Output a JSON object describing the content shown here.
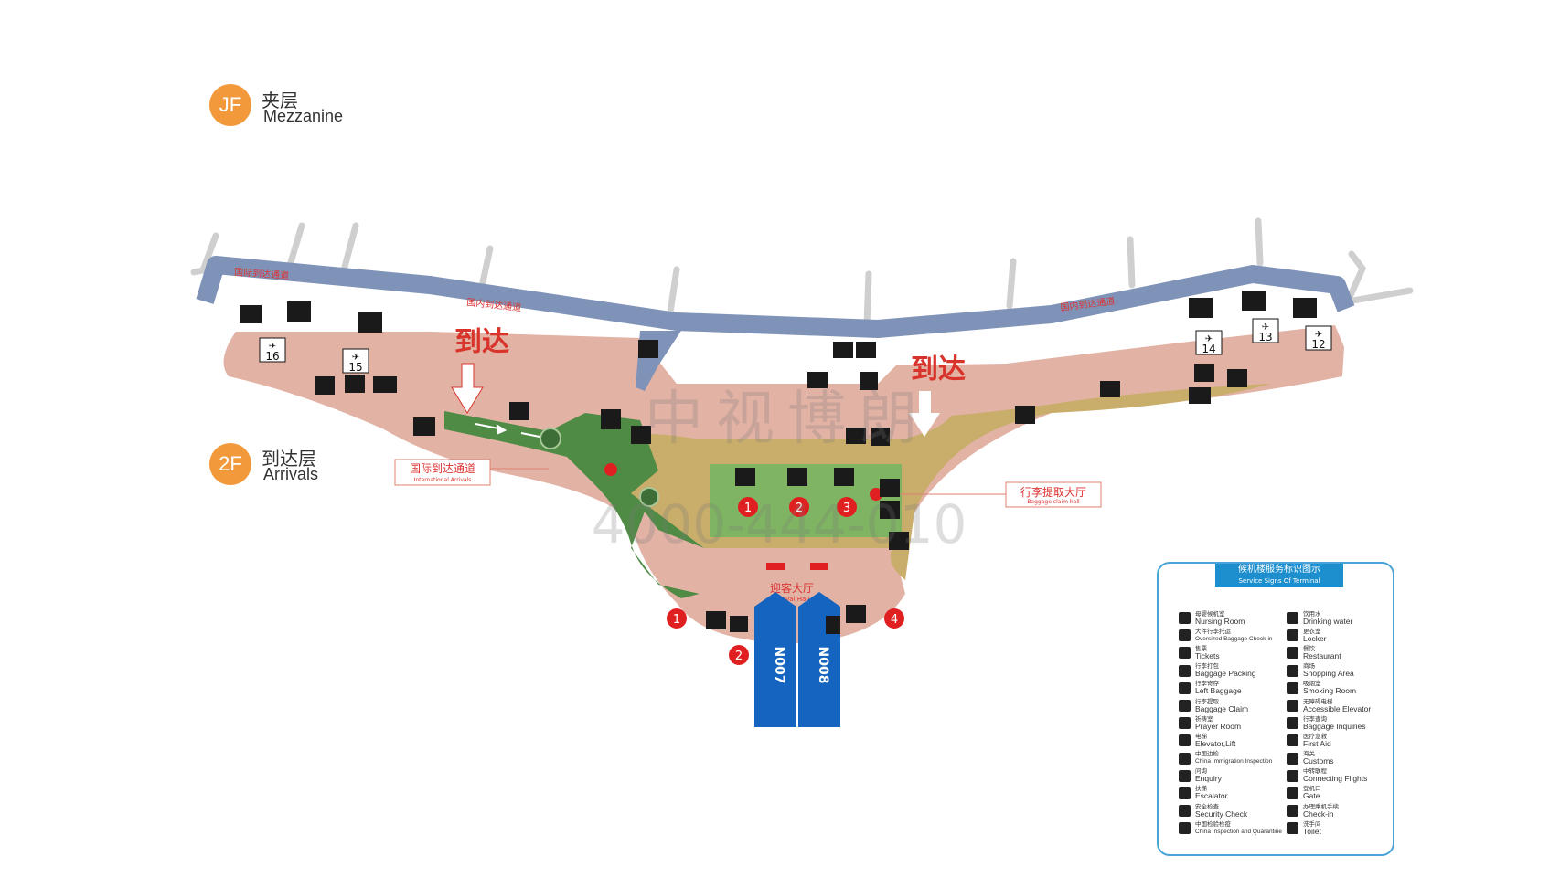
{
  "floors": {
    "mezzanine": {
      "badge": "JF",
      "cn": "夹层",
      "en": "Mezzanine"
    },
    "arrivals": {
      "badge": "2F",
      "cn": "到达层",
      "en": "Arrivals"
    }
  },
  "corridor_labels": {
    "intl_arrival_corridor": "国际到达通道",
    "domestic_left": "国内到达通道",
    "domestic_right": "国内到达通道"
  },
  "arrival_markers": {
    "left": "到达",
    "right": "到达"
  },
  "callouts": {
    "intl_arrivals": {
      "cn": "国际到达通道",
      "en": "International Arrivals"
    },
    "baggage_hall": {
      "cn": "行李提取大厅",
      "en": "Baggage claim hall"
    }
  },
  "greeting_hall": {
    "cn": "迎客大厅",
    "en": "Arrival Hall"
  },
  "gates": [
    "16",
    "15",
    "14",
    "13",
    "12"
  ],
  "carousels": [
    "1",
    "2",
    "3"
  ],
  "exits": [
    "1",
    "2",
    "4"
  ],
  "doors": [
    "N007",
    "N008"
  ],
  "watermark": {
    "cn": "中视博朗",
    "phone": "4000-444-010"
  },
  "legend": {
    "title_cn": "候机楼服务标识图示",
    "title_en": "Service Signs Of Terminal",
    "left": [
      {
        "icon": "nursing-room-icon",
        "cn": "母婴候机室",
        "en": "Nursing Room"
      },
      {
        "icon": "oversized-baggage-icon",
        "cn": "大件行李托运",
        "en": "Oversized Baggage Check-in",
        "small": true
      },
      {
        "icon": "tickets-icon",
        "cn": "售票",
        "en": "Tickets"
      },
      {
        "icon": "baggage-packing-icon",
        "cn": "行李打包",
        "en": "Baggage Packing"
      },
      {
        "icon": "left-baggage-icon",
        "cn": "行李寄存",
        "en": "Left Baggage"
      },
      {
        "icon": "baggage-claim-icon",
        "cn": "行李提取",
        "en": "Baggage Claim"
      },
      {
        "icon": "prayer-room-icon",
        "cn": "祈祷室",
        "en": "Prayer Room"
      },
      {
        "icon": "elevator-icon",
        "cn": "电梯",
        "en": "Elevator,Lift"
      },
      {
        "icon": "immigration-icon",
        "cn": "中国边检",
        "en": "China Immigration Inspection",
        "small": true
      },
      {
        "icon": "enquiry-icon",
        "cn": "问询",
        "en": "Enquiry"
      },
      {
        "icon": "escalator-icon",
        "cn": "扶梯",
        "en": "Escalator"
      },
      {
        "icon": "security-check-icon",
        "cn": "安全检查",
        "en": "Security Check"
      },
      {
        "icon": "quarantine-icon",
        "cn": "中国检验检疫",
        "en": "China Inspection and Quarantine",
        "small": true
      }
    ],
    "right": [
      {
        "icon": "drinking-water-icon",
        "cn": "饮用水",
        "en": "Drinking water"
      },
      {
        "icon": "locker-icon",
        "cn": "更衣室",
        "en": "Locker"
      },
      {
        "icon": "restaurant-icon",
        "cn": "餐饮",
        "en": "Restaurant"
      },
      {
        "icon": "shopping-icon",
        "cn": "商场",
        "en": "Shopping Area"
      },
      {
        "icon": "smoking-icon",
        "cn": "吸烟室",
        "en": "Smoking Room"
      },
      {
        "icon": "accessible-elevator-icon",
        "cn": "无障碍电梯",
        "en": "Accessible Elevator"
      },
      {
        "icon": "baggage-inquiries-icon",
        "cn": "行李查询",
        "en": "Baggage Inquiries"
      },
      {
        "icon": "first-aid-icon",
        "cn": "医疗急救",
        "en": "First Aid"
      },
      {
        "icon": "customs-icon",
        "cn": "海关",
        "en": "Customs"
      },
      {
        "icon": "connecting-flights-icon",
        "cn": "中转联程",
        "en": "Connecting Flights"
      },
      {
        "icon": "gate-icon",
        "cn": "登机口",
        "en": "Gate"
      },
      {
        "icon": "check-in-icon",
        "cn": "办理乘机手续",
        "en": "Check-in"
      },
      {
        "icon": "toilet-icon",
        "cn": "洗手间",
        "en": "Toilet"
      }
    ]
  },
  "colors": {
    "terminal": "#e2b2a4",
    "corridor": "#7f93b8",
    "international": "#4f8b45",
    "baggage_floor": "#c9ad6b",
    "baggage_inner": "#7fb462",
    "marker_red": "#e02020",
    "door_blue": "#1565c0",
    "badge_orange": "#f29a3b"
  }
}
